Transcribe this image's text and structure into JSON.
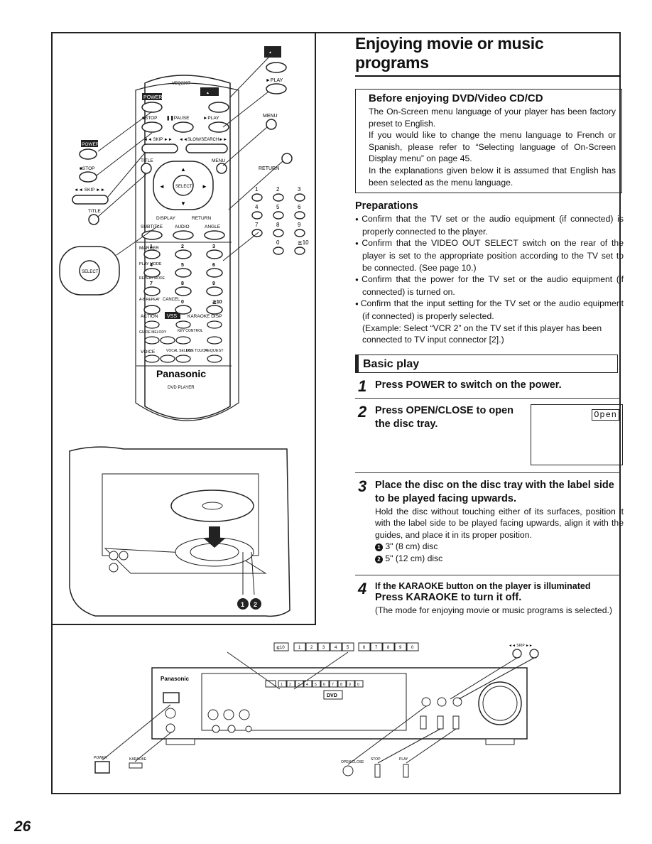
{
  "page_title": "Enjoying movie or music programs",
  "page_number": "26",
  "before_box": {
    "heading": "Before enjoying DVD/Video CD/CD",
    "lines": [
      "The On-Screen menu language of your player has been factory preset to English.",
      "If you would like to change the menu language to French or Spanish, please refer to “Selecting language of On-Screen Display menu” on page 45.",
      "In the explanations given below it is assumed that English has been selected as the menu language."
    ]
  },
  "preparations": {
    "heading": "Preparations",
    "items": [
      "Confirm that the TV set or the audio equipment (if connected) is properly connected to the player.",
      "Confirm that the VIDEO OUT SELECT switch on the rear of the player is set to the appropriate position according to the TV set to be connected. (See page 10.)",
      "Confirm that the power for the TV set or the audio equipment (if connected) is turned on.",
      "Confirm that the input setting for the TV set or the audio equipment (if connected) is properly selected."
    ],
    "example": "(Example: Select “VCR 2” on the TV set if this player has been connected to TV input connector [2].)"
  },
  "basic_play": "Basic play",
  "steps": [
    {
      "num": "1",
      "head": "Press POWER to switch on the power."
    },
    {
      "num": "2",
      "head": "Press OPEN/CLOSE to open the disc tray.",
      "display": "Open"
    },
    {
      "num": "3",
      "head": "Place the disc on the disc tray with the label side to be played facing upwards.",
      "body": "Hold the disc without touching either of its surfaces, position it with the label side to be played facing upwards, align it with the guides, and place it in its proper position.",
      "disc1": "3\" (8 cm) disc",
      "disc2": "5\" (12 cm) disc"
    },
    {
      "num": "4",
      "pre": "If the KARAOKE button on the player is illuminated",
      "head": "Press KARAOKE to turn it off.",
      "body": "(The mode for enjoying movie or music programs is selected.)"
    }
  ],
  "remote": {
    "model": "VEQ2207",
    "brand": "Panasonic",
    "product": "DVD PLAYER",
    "labels": {
      "power": "POWER",
      "open_close": "OPEN/CLOSE",
      "play": "►PLAY",
      "stop": "■STOP",
      "pause": "❚❚PAUSE",
      "skip": "◄◄ SKIP ►►",
      "search": "◄◄SLOW/SEARCH►►",
      "title": "TITLE",
      "menu": "MENU",
      "return": "RETURN",
      "select": "SELECT",
      "display": "DISPLAY",
      "subtitle": "SUBTITLE",
      "audio": "AUDIO",
      "angle": "ANGLE",
      "marker": "MARKER",
      "play_mode": "PLAY MODE",
      "repeat_mode": "REPEAT MODE",
      "ab_repeat": "A-B REPEAT",
      "cancel": "CANCEL",
      "action": "ACTION",
      "vss": "VSS",
      "karaoke_disp": "KARAOKE DISP",
      "guide_melody": "GUIDE MELODY",
      "key_control": "KEY CONTROL",
      "voice": "VOICE",
      "vocal_select": "VOCAL SELECT",
      "one_touch": "ONE TOUCH",
      "request": "REQUEST",
      "skip_side": "◄◄ SKIP ►►",
      "stop_side": "■STOP",
      "title_side": "TITLE"
    },
    "numbers": [
      "1",
      "2",
      "3",
      "4",
      "5",
      "6",
      "7",
      "8",
      "9",
      "0",
      "≧10"
    ]
  },
  "player": {
    "brand": "Panasonic",
    "dvd_logo": "DVD",
    "karaoke": "KARAOKE",
    "power": "POWER",
    "open_close": "OPEN/CLOSE",
    "stop": "STOP",
    "play": "PLAY",
    "skip": "◄◄ SKIP ►►",
    "ten_plus": "≧10",
    "digits": [
      "1",
      "2",
      "3",
      "4",
      "5",
      "6",
      "7",
      "8",
      "9",
      "0"
    ]
  }
}
